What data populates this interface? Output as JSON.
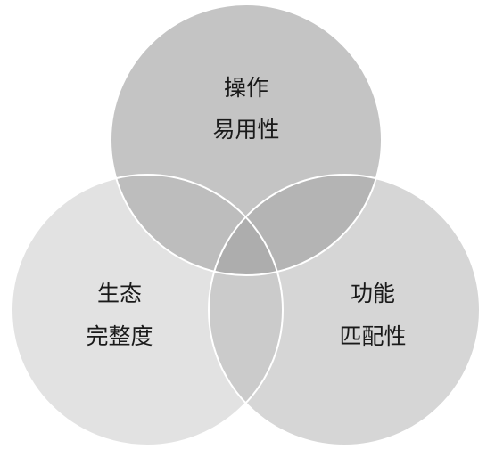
{
  "diagram": {
    "type": "venn",
    "circles": [
      {
        "id": "top",
        "line1": "操作",
        "line2": "易用性"
      },
      {
        "id": "left",
        "line1": "生态",
        "line2": "完整度"
      },
      {
        "id": "right",
        "line1": "功能",
        "line2": "匹配性"
      }
    ],
    "colors": {
      "top": "#c4c4c4",
      "left": "#e2e2e2",
      "right": "#d6d6d6",
      "top_left_overlap": "#bdbdbd",
      "top_right_overlap": "#b4b4b4",
      "left_right_overlap": "#cbcbcb",
      "center_overlap": "#adadad",
      "outline": "#ffffff"
    }
  }
}
